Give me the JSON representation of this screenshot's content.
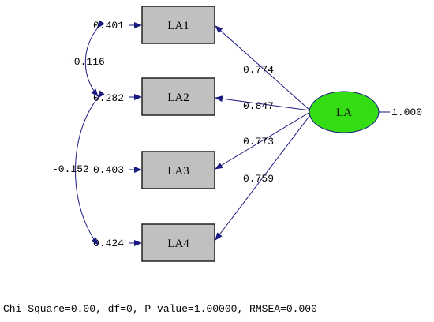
{
  "latent": {
    "label": "LA",
    "variance": "1.000",
    "fill_color": "#33dd11"
  },
  "indicators": [
    {
      "label": "LA1",
      "loading": "0.774",
      "error": "0.401"
    },
    {
      "label": "LA2",
      "loading": "0.847",
      "error": "0.282"
    },
    {
      "label": "LA3",
      "loading": "0.773",
      "error": "0.403"
    },
    {
      "label": "LA4",
      "loading": "0.759",
      "error": "0.424"
    }
  ],
  "error_covariances": [
    {
      "between": [
        "LA1",
        "LA2"
      ],
      "value": "-0.116"
    },
    {
      "between": [
        "LA2",
        "LA4"
      ],
      "value": "-0.152"
    }
  ],
  "fit_statistics": "Chi-Square=0.00, df=0, P-value=1.00000, RMSEA=0.000",
  "colors": {
    "arrow": "#1a1a80",
    "box_fill": "#c0c0c0",
    "box_stroke": "#222222"
  }
}
